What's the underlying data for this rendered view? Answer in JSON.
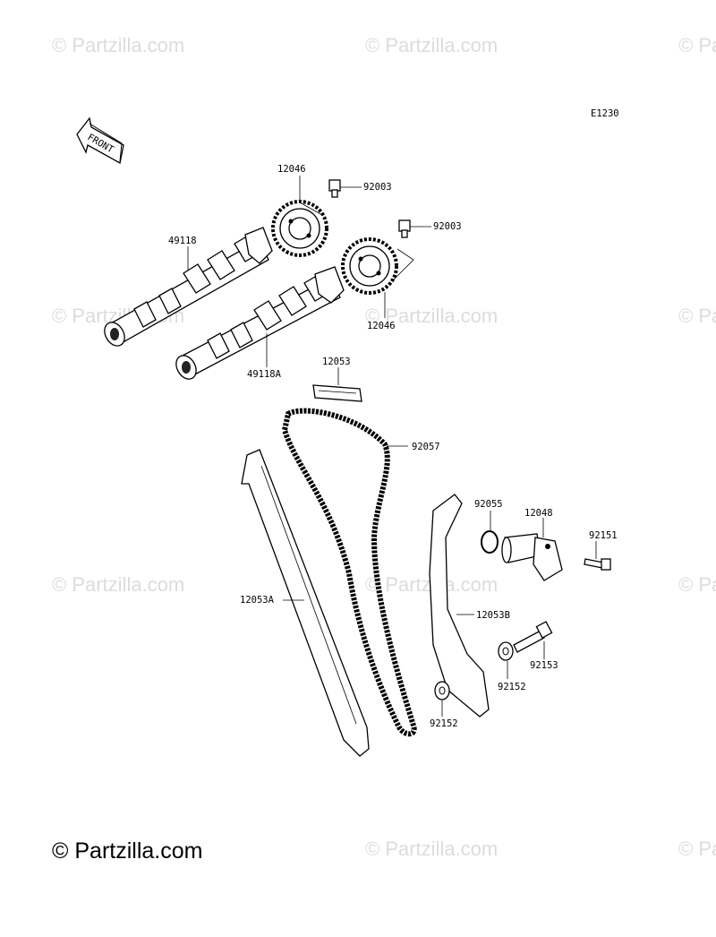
{
  "diagram_code": "E1230",
  "front_label": "FRONT",
  "copyright_text": "© Partzilla.com",
  "watermark_text": "© Partzilla.com",
  "parts": {
    "sprocket_upper": "12046",
    "sprocket_lower": "12046",
    "bolt_upper": "92003",
    "bolt_lower": "92003",
    "camshaft_intake": "49118",
    "camshaft_exhaust": "49118A",
    "chain_guide_top": "12053",
    "cam_chain": "92057",
    "chain_guide_front": "12053A",
    "o_ring": "92055",
    "tensioner": "12048",
    "tensioner_bolt": "92151",
    "chain_guide_rear": "12053B",
    "pivot_bolt": "92153",
    "collar_upper": "92152",
    "collar_lower": "92152"
  }
}
